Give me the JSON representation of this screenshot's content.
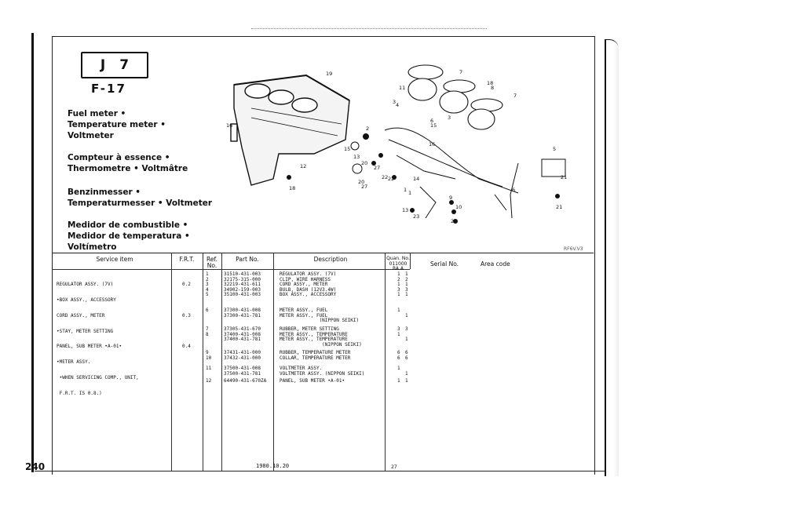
{
  "page": {
    "number": "240"
  },
  "header": {
    "section_code": [
      "J",
      "7"
    ],
    "figure_code": "F-17",
    "titles": [
      {
        "lang": "en",
        "lines": [
          "Fuel meter •",
          "Temperature meter •",
          "Voltmeter"
        ]
      },
      {
        "lang": "fr",
        "lines": [
          "Compteur à essence •",
          "Thermometre • Voltmâtre"
        ]
      },
      {
        "lang": "de",
        "lines": [
          "Benzinmesser •",
          "Temperaturmesser • Voltmeter"
        ]
      },
      {
        "lang": "es",
        "lines": [
          "Medidor de combustible •",
          "Medidor de temperatura •",
          "Voltímetro"
        ]
      }
    ]
  },
  "diagram": {
    "callouts": [
      "19",
      "18",
      "7",
      "8",
      "7",
      "11",
      "3",
      "3",
      "4",
      "6",
      "16",
      "2",
      "15",
      "13",
      "12",
      "18",
      "14",
      "20",
      "27",
      "16",
      "21",
      "22",
      "9",
      "10",
      "24",
      "23",
      "5",
      "6",
      "1",
      "20",
      "27",
      "22",
      "1",
      "13",
      "21",
      "15"
    ],
    "reference_mark": "RF6V.V3"
  },
  "table": {
    "headers": {
      "service_item": "Service item",
      "frt": "F.R.T.",
      "ref_no": [
        "Ref.",
        "No."
      ],
      "part_no": "Part No.",
      "description": "Description",
      "quantity": [
        "Quan. No.",
        "011000",
        "RA  A"
      ],
      "serial_no": "Serial No.",
      "area_code": "Area code"
    },
    "service_items": [
      "REGULATOR ASSY. (7V)",
      "•BOX ASSY., ACCESSORY",
      "CORD ASSY., METER",
      "•STAY, METER SETTING",
      "PANEL, SUB METER •A-01•",
      "•METER ASSY.",
      " •WHEN SERVICING COMP., UNIT,",
      " F.R.T. IS 0.8.)"
    ],
    "frt_values": [
      "0.2",
      "",
      "0.3",
      "",
      "0.4"
    ],
    "rows": [
      {
        "ref": "1",
        "part": "31510-431-003",
        "desc": "REGULATOR ASSY. (7V)",
        "q1": "1",
        "q2": "1"
      },
      {
        "ref": "2",
        "part": "32175-315-000",
        "desc": "CLIP, WIRE HARNESS",
        "q1": "2",
        "q2": "2"
      },
      {
        "ref": "3",
        "part": "32219-431-611",
        "desc": "CORD ASSY., METER",
        "q1": "1",
        "q2": "1"
      },
      {
        "ref": "4",
        "part": "34902-159-003",
        "desc": "BULB, DASH (12V3.4W)",
        "q1": "3",
        "q2": "3"
      },
      {
        "ref": "5",
        "part": "35100-431-003",
        "desc": "BOX ASSY., ACCESSORY",
        "q1": "1",
        "q2": "1"
      },
      {
        "ref": "6",
        "part": "37300-431-008",
        "desc": "METER ASSY., FUEL",
        "q1": "1",
        "q2": ""
      },
      {
        "ref": "",
        "part": "37300-431-781",
        "desc": "METER ASSY., FUEL",
        "q1": "",
        "q2": "1"
      },
      {
        "ref": "",
        "part": "",
        "desc": "              (NIPPON SEIKI)",
        "q1": "",
        "q2": ""
      },
      {
        "ref": "7",
        "part": "37305-431-670",
        "desc": "RUBBER, METER SETTING",
        "q1": "3",
        "q2": "3"
      },
      {
        "ref": "8",
        "part": "37400-431-008",
        "desc": "METER ASSY., TEMPERATURE",
        "q1": "1",
        "q2": ""
      },
      {
        "ref": "",
        "part": "37400-431-781",
        "desc": "METER ASSY., TEMPERATURE",
        "q1": "",
        "q2": "1"
      },
      {
        "ref": "",
        "part": "",
        "desc": "               (NIPPON SEIKI)",
        "q1": "",
        "q2": ""
      },
      {
        "ref": "9",
        "part": "37431-431-000",
        "desc": "RUBBER, TEMPERATURE METER",
        "q1": "6",
        "q2": "6"
      },
      {
        "ref": "10",
        "part": "37432-431-000",
        "desc": "COLLAR, TEMPERATURE METER",
        "q1": "6",
        "q2": "6"
      },
      {
        "ref": "",
        "part": "",
        "desc": "",
        "q1": "",
        "q2": ""
      },
      {
        "ref": "11",
        "part": "37500-431-008",
        "desc": "VOLTMETER ASSY.",
        "q1": "1",
        "q2": ""
      },
      {
        "ref": "",
        "part": "37500-431-781",
        "desc": "VOLTMETER ASSY. (NIPPON SEIKI)",
        "q1": "",
        "q2": "1"
      },
      {
        "ref": "12",
        "part": "64490-431-670ZA",
        "desc": "PANEL, SUB METER •A-01•",
        "q1": "1",
        "q2": "1"
      }
    ]
  },
  "footer": {
    "date": "1980.10.20",
    "code": "27"
  }
}
